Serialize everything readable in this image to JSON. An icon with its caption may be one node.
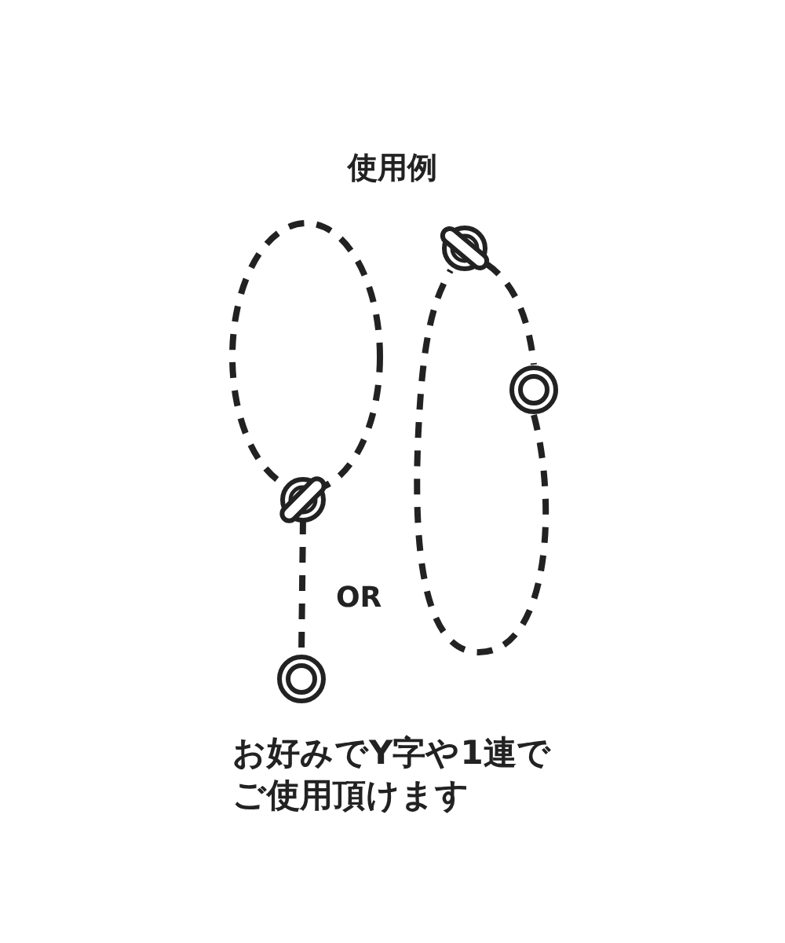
{
  "diagram": {
    "title": "使用例",
    "labels": [
      "OR"
    ],
    "caption": "お好みでY字や1連でご使用頂けます"
  }
}
